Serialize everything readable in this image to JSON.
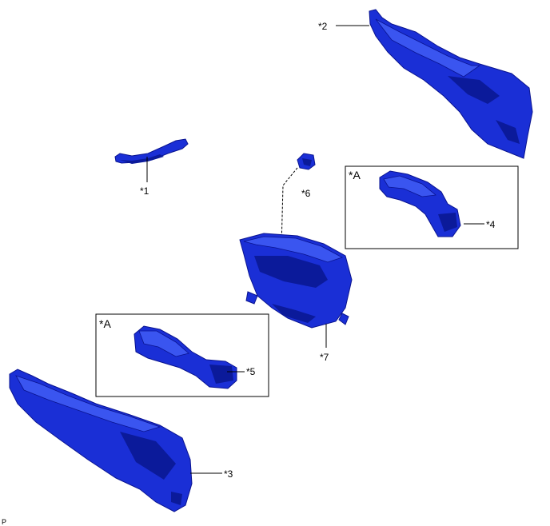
{
  "callouts": {
    "c1": "*1",
    "c2": "*2",
    "c3": "*3",
    "c4": "*4",
    "c5": "*5",
    "c6": "*6",
    "c7": "*7"
  },
  "boxes": {
    "upper_right": "*A",
    "lower_left": "*A"
  },
  "corner_code": "P",
  "colors": {
    "part_fill": "#1a2fd6",
    "part_stroke": "#0a1490"
  }
}
